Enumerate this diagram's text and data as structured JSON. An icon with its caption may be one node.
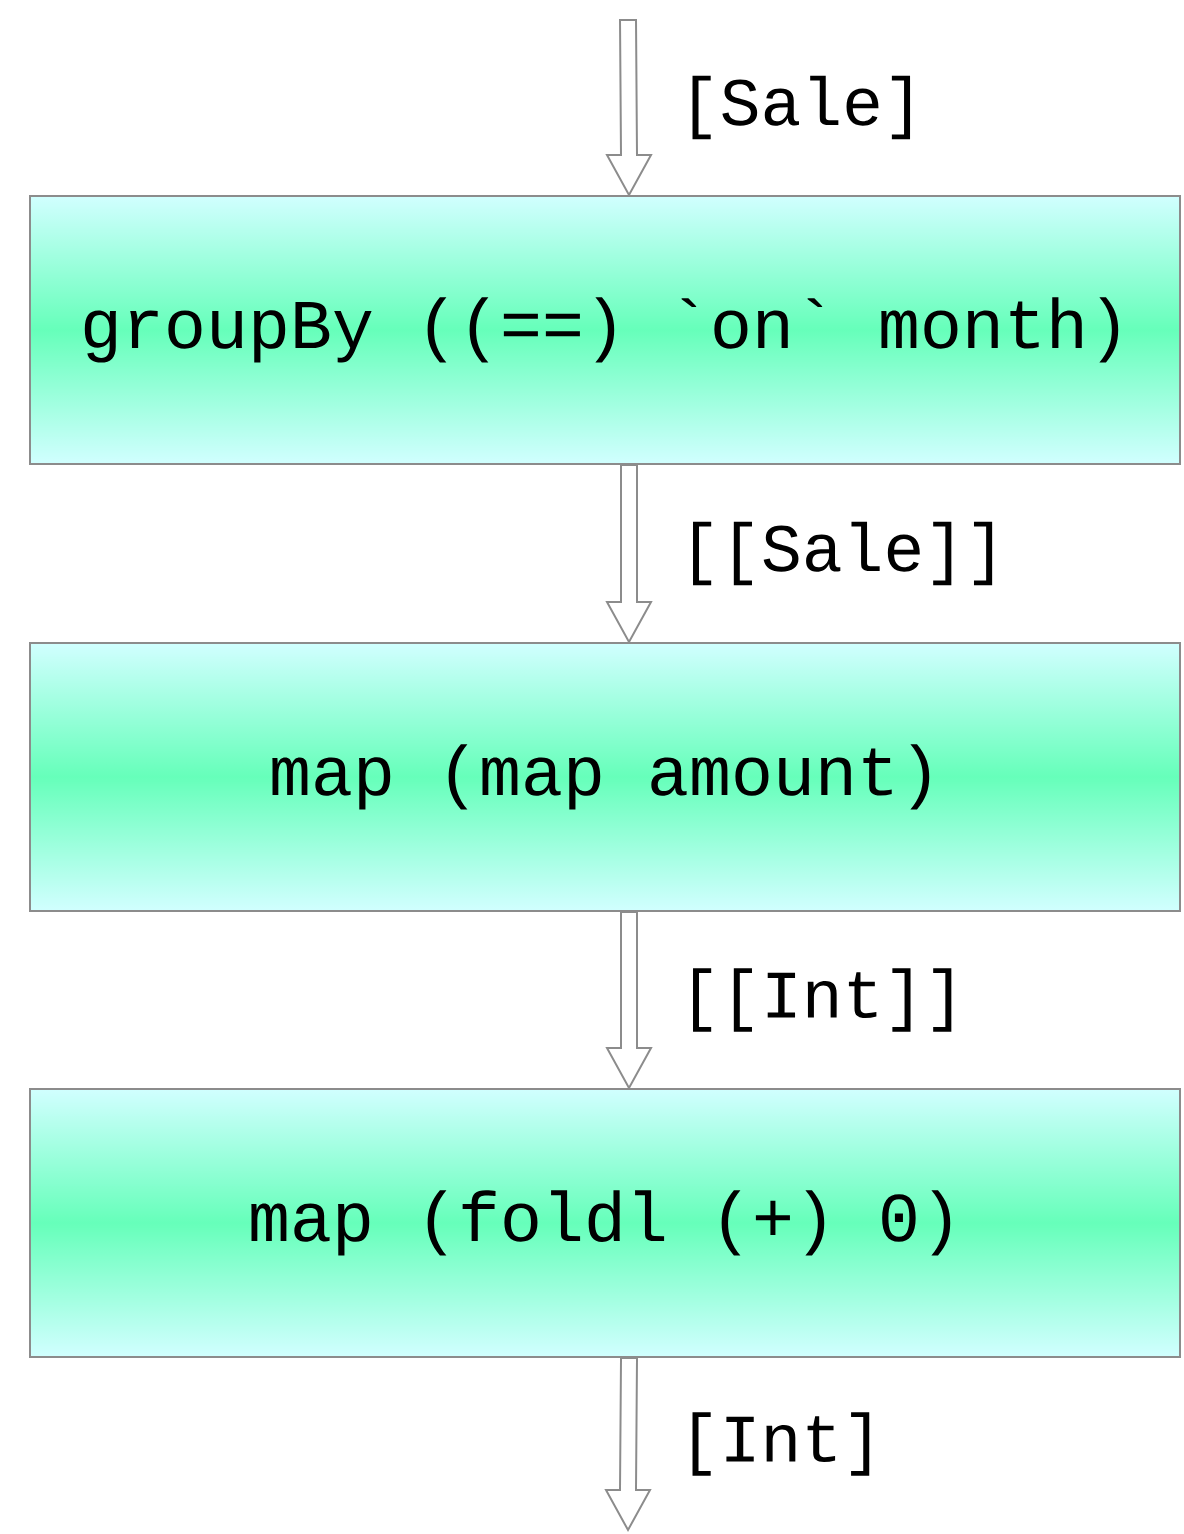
{
  "diagram": {
    "nodes": [
      {
        "text": [
          "groupBy ((==) `on` month)"
        ]
      },
      {
        "text": [
          "map (map amount)"
        ]
      },
      {
        "text": [
          "map (foldl (+) 0)"
        ]
      }
    ],
    "edges": [
      {
        "from": null,
        "to": 0,
        "arrow": "to",
        "label": "[Sale]"
      },
      {
        "from": 0,
        "to": 1,
        "arrow": "to",
        "label": "[[Sale]]"
      },
      {
        "from": 1,
        "to": 2,
        "arrow": "to",
        "label": "[[Int]]"
      },
      {
        "from": 2,
        "to": null,
        "arrow": "to",
        "label": "[Int]"
      }
    ]
  }
}
